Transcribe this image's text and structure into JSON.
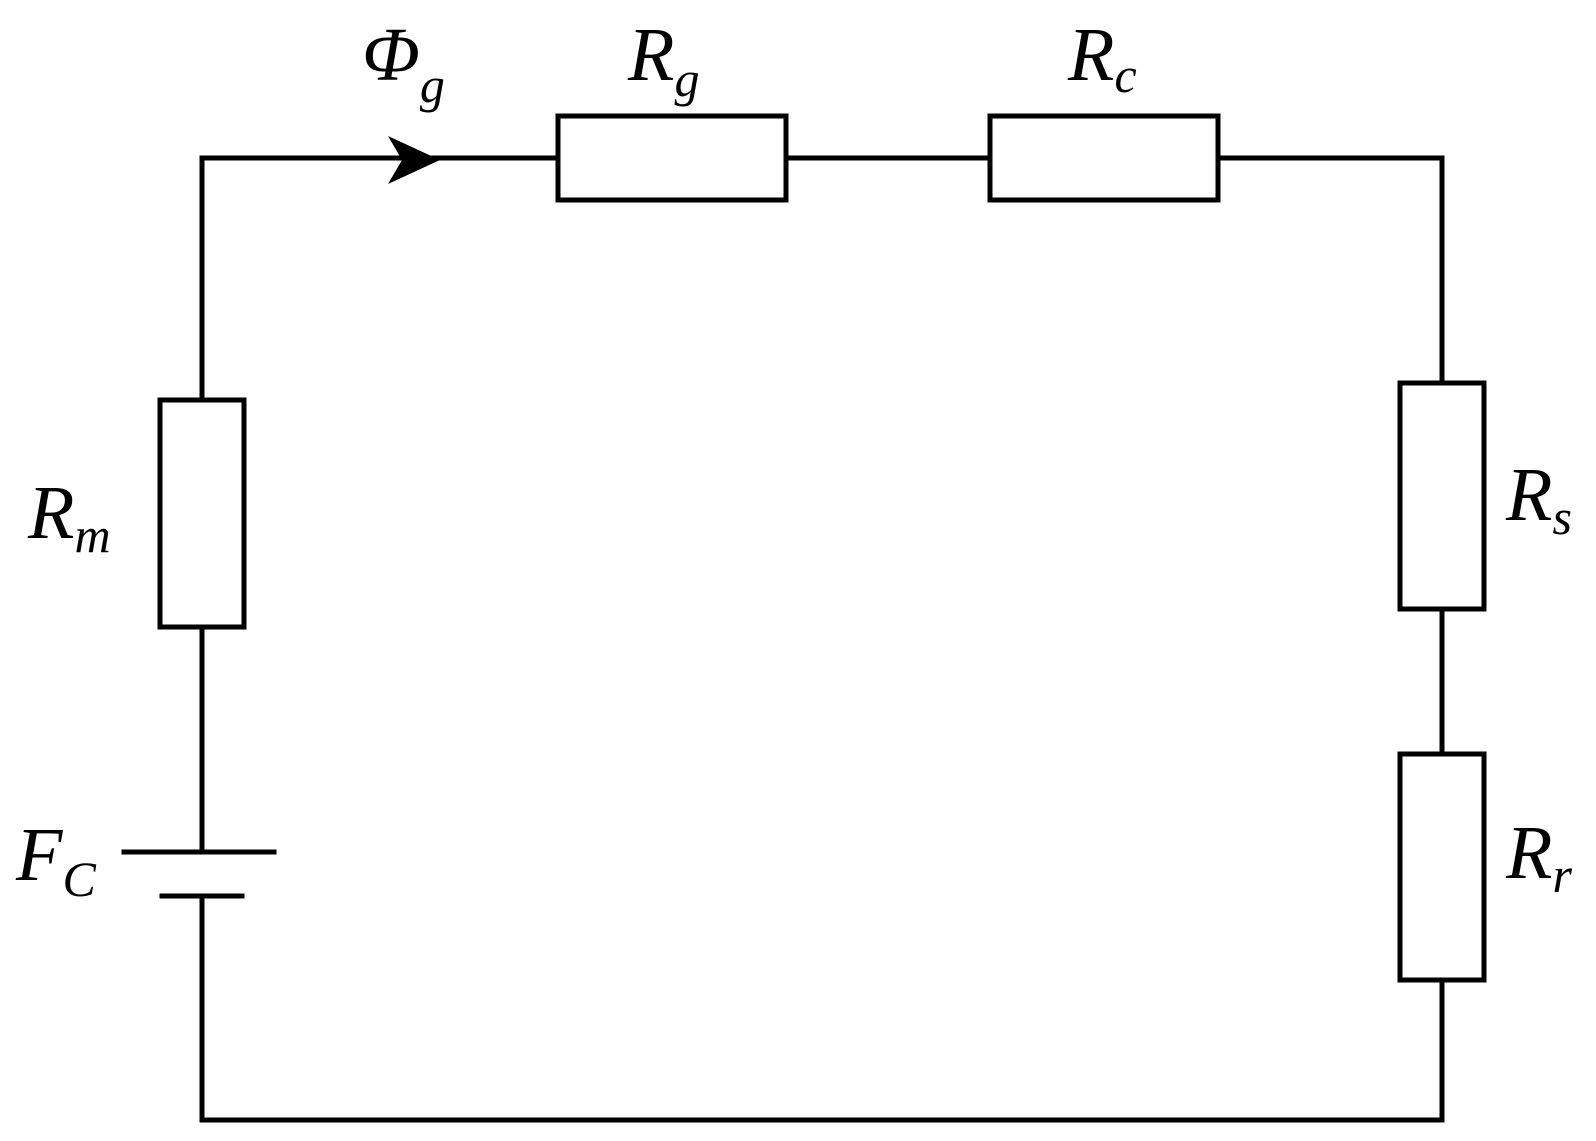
{
  "labels": {
    "flux": {
      "main": "Φ",
      "sub": "g"
    },
    "rg": {
      "main": "R",
      "sub": "g"
    },
    "rc": {
      "main": "R",
      "sub": "c"
    },
    "rm": {
      "main": "R",
      "sub": "m"
    },
    "rs": {
      "main": "R",
      "sub": "s"
    },
    "rr": {
      "main": "R",
      "sub": "r"
    },
    "fc": {
      "main": "F",
      "sub": "C"
    }
  }
}
